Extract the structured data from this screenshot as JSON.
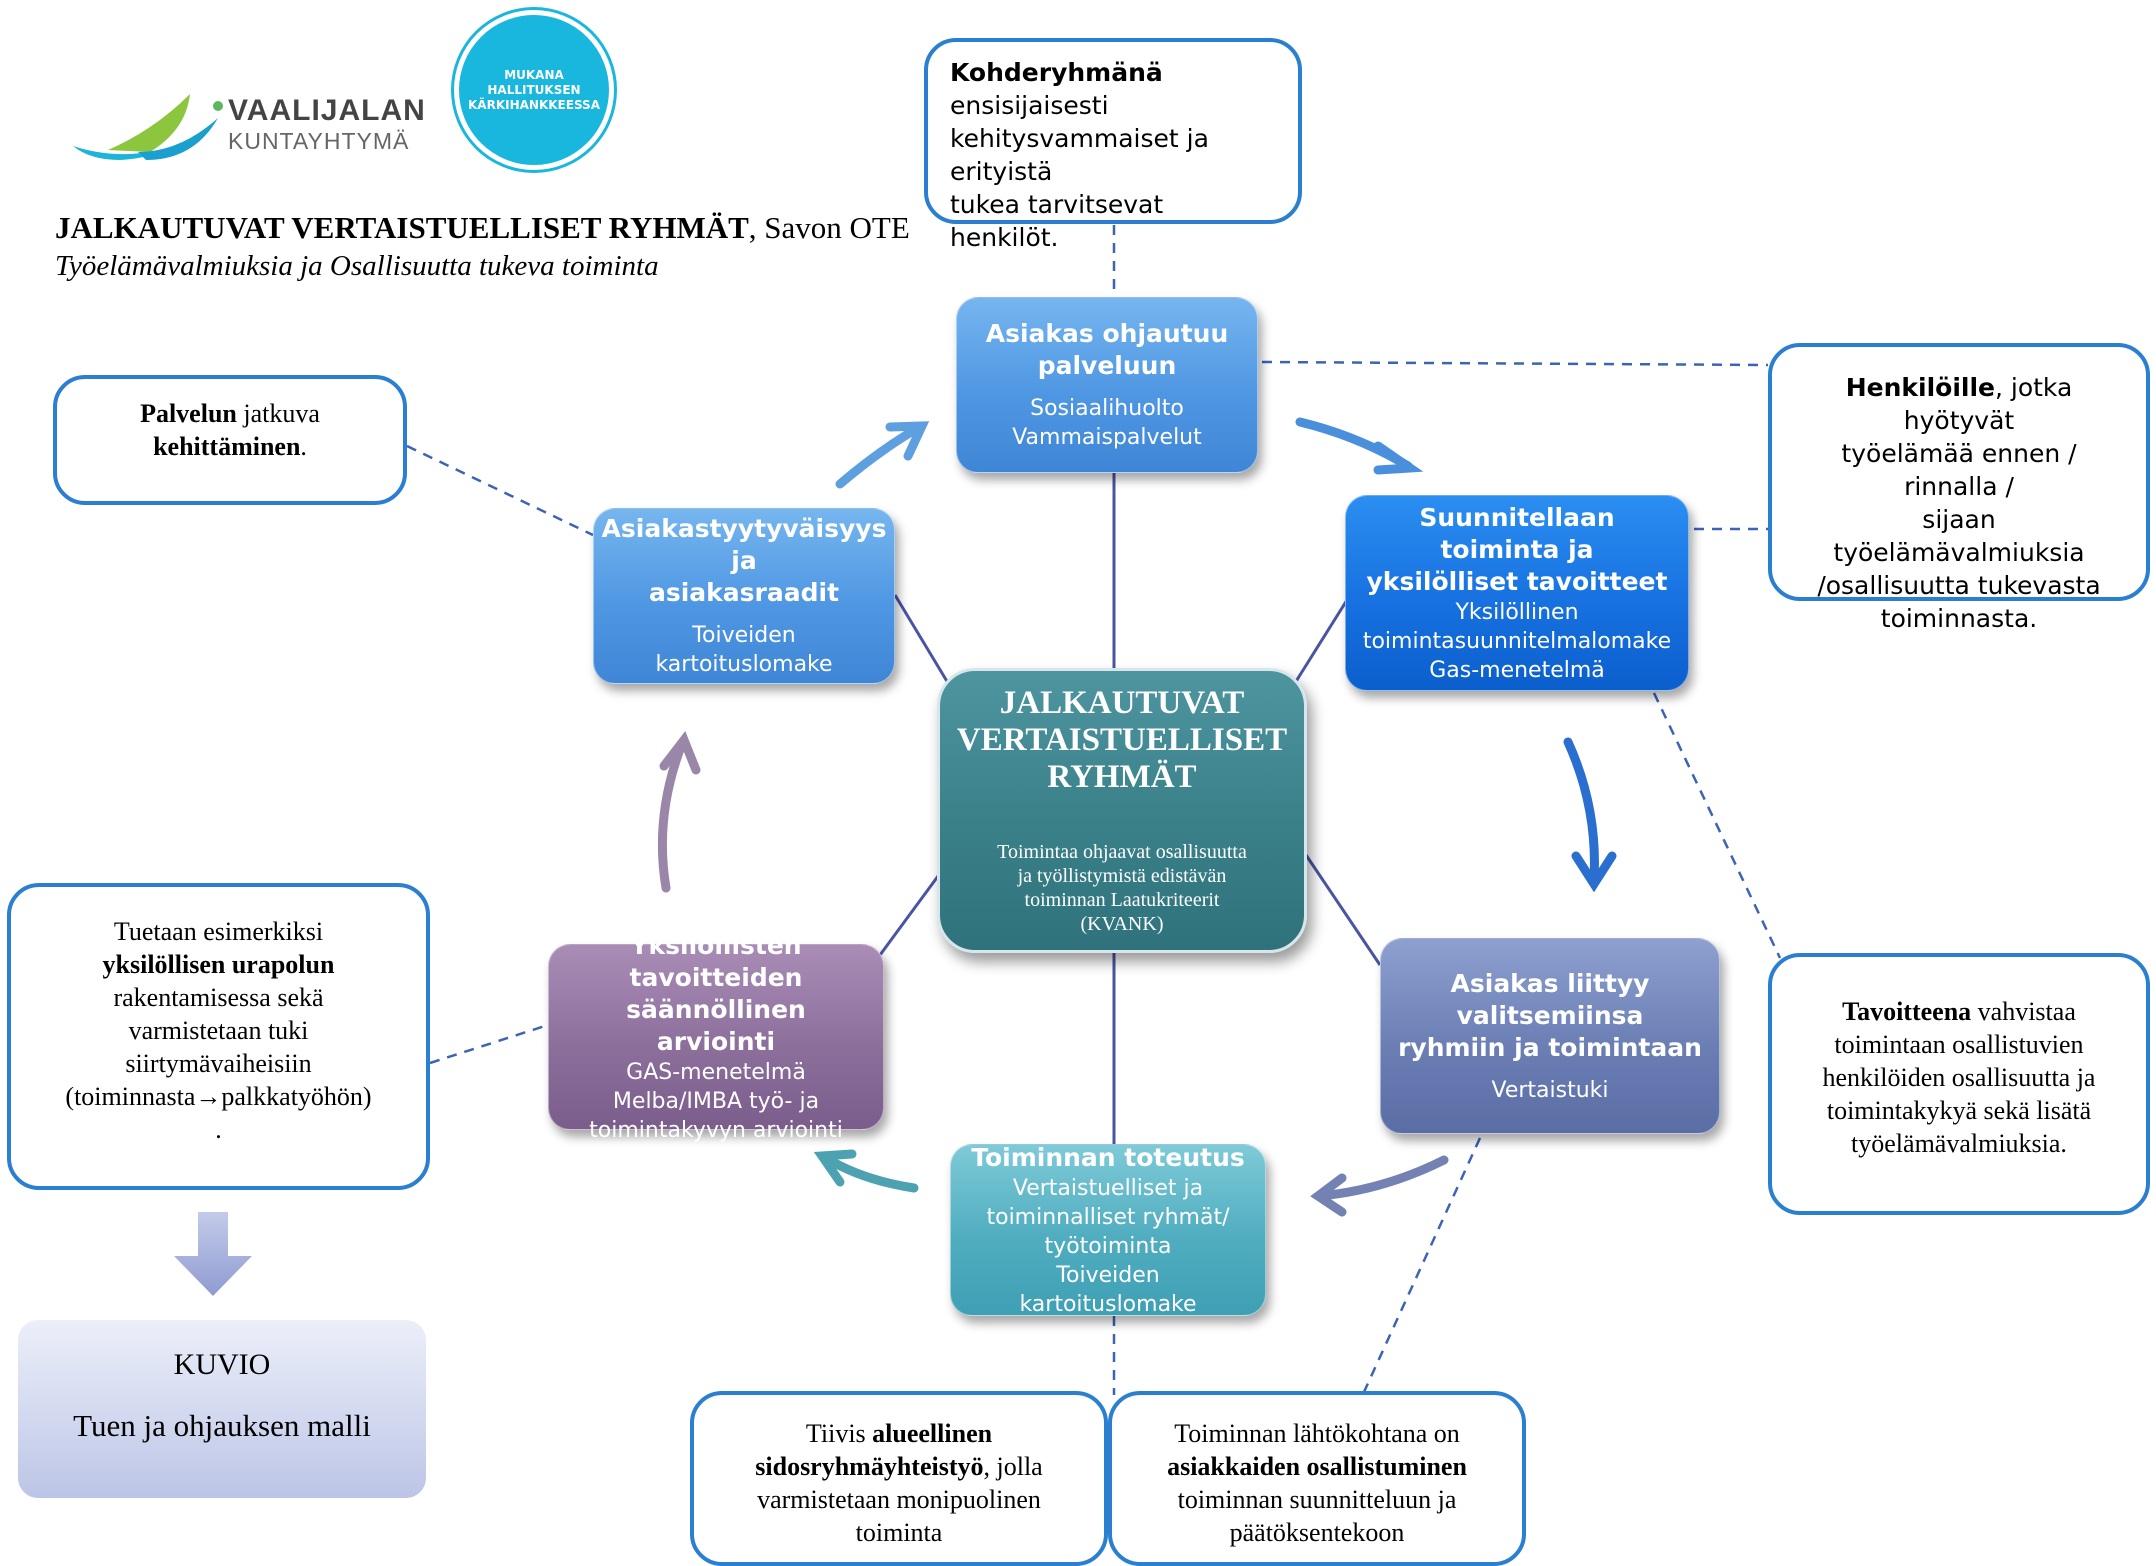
{
  "header": {
    "title_bold": "JALKAUTUVAT VERTAISTUELLISET RYHMÄT",
    "title_rest": ", Savon OTE",
    "subtitle": "Työelämävalmiuksia ja Osallisuutta tukeva toiminta"
  },
  "logos": {
    "vaalijalan_line1": "VAALIJALAN",
    "vaalijalan_line2": "KUNTAYHTYMÄ",
    "badge_line1": "MUKANA",
    "badge_line2": "HALLITUKSEN",
    "badge_line3": "KÄRKIHANKKEESSA",
    "brand_green": "#8cc63f",
    "brand_blue": "#1cb4d8"
  },
  "center": {
    "title_line1": "JALKAUTUVAT",
    "title_line2": "VERTAISTUELLISET",
    "title_line3": "RYHMÄT",
    "sub_line1": "Toimintaa ohjaavat osallisuutta",
    "sub_line2": "ja työllistymistä edistävän",
    "sub_line3": "toiminnan Laatukriteerit",
    "sub_line4": "(KVANK)"
  },
  "nodes": {
    "asiakas_ohjautuu": {
      "t1": "Asiakas ohjautuu",
      "t2": "palveluun",
      "s1": "Sosiaalihuolto",
      "s2": "Vammaispalvelut"
    },
    "suunnitellaan": {
      "t1": "Suunnitellaan toiminta ja",
      "t2": "yksilölliset tavoitteet",
      "s1": "Yksilöllinen",
      "s2": "toimintasuunnitelmalomake",
      "s3": "Gas-menetelmä"
    },
    "liittyy": {
      "t1": "Asiakas liittyy valitsemiinsa",
      "t2": "ryhmiin ja toimintaan",
      "s1": "Vertaistuki"
    },
    "toteutus": {
      "t1": "Toiminnan toteutus",
      "s1": "Vertaistuelliset ja",
      "s2": "toiminnalliset ryhmät/",
      "s3": "työtoiminta",
      "s4": "Toiveiden kartoituslomake"
    },
    "arviointi": {
      "t1": "Yksilöllisten tavoitteiden",
      "t2": "säännöllinen arviointi",
      "s1": "GAS-menetelmä",
      "s2": "Melba/IMBA työ- ja",
      "s3": "toimintakyvyn arviointi"
    },
    "tyytyvaisyys": {
      "t1": "Asiakastyytyväisyys ja",
      "t2": "asiakasraadit",
      "s1": "Toiveiden",
      "s2": "kartoituslomake"
    }
  },
  "callouts": {
    "kohderyhma": {
      "b": "Kohderyhmänä",
      "l1": " ensisijaisesti",
      "l2": "kehitysvammaiset ja erityistä",
      "l3": "tukea tarvitsevat henkilöt."
    },
    "henkiloille": {
      "b": "Henkilöille",
      "l1": ", jotka hyötyvät",
      "l2": "työelämää ennen / rinnalla /",
      "l3": "sijaan työelämävalmiuksia",
      "l4": "/osallisuutta tukevasta",
      "l5": "toiminnasta."
    },
    "palvelun": {
      "b1": "Palvelun",
      "r1": " jatkuva",
      "b2": "kehittäminen",
      "r2": "."
    },
    "tavoitteena": {
      "b": "Tavoitteena",
      "l1": " vahvistaa",
      "l2": "toimintaan osallistuvien",
      "l3": "henkilöiden osallisuutta ja",
      "l4": "toimintakykyä sekä lisätä",
      "l5": "työelämävalmiuksia."
    },
    "tuetaan": {
      "l1": "Tuetaan esimerkiksi",
      "b": "yksilöllisen urapolun",
      "l2": "rakentamisessa sekä",
      "l3": "varmistetaan tuki",
      "l4": "siirtymävaiheisiin",
      "l5a": "(toiminnasta",
      "arrow": "→",
      "l5b": "palkkatyöhön)",
      "l6": "."
    },
    "tiivis": {
      "l1": "Tiivis ",
      "b1": "alueellinen",
      "b2": "sidosryhmäyhteistyö",
      "l2": ", jolla",
      "l3": "varmistetaan monipuolinen",
      "l4": "toiminta"
    },
    "lahtokohta": {
      "l1": "Toiminnan lähtökohtana on",
      "b": "asiakkaiden osallistuminen",
      "l2": "toiminnan suunnitteluun ja",
      "l3": "päätöksentekoon"
    }
  },
  "kuvio": {
    "line1": "KUVIO",
    "line2": "Tuen ja ohjauksen malli"
  }
}
